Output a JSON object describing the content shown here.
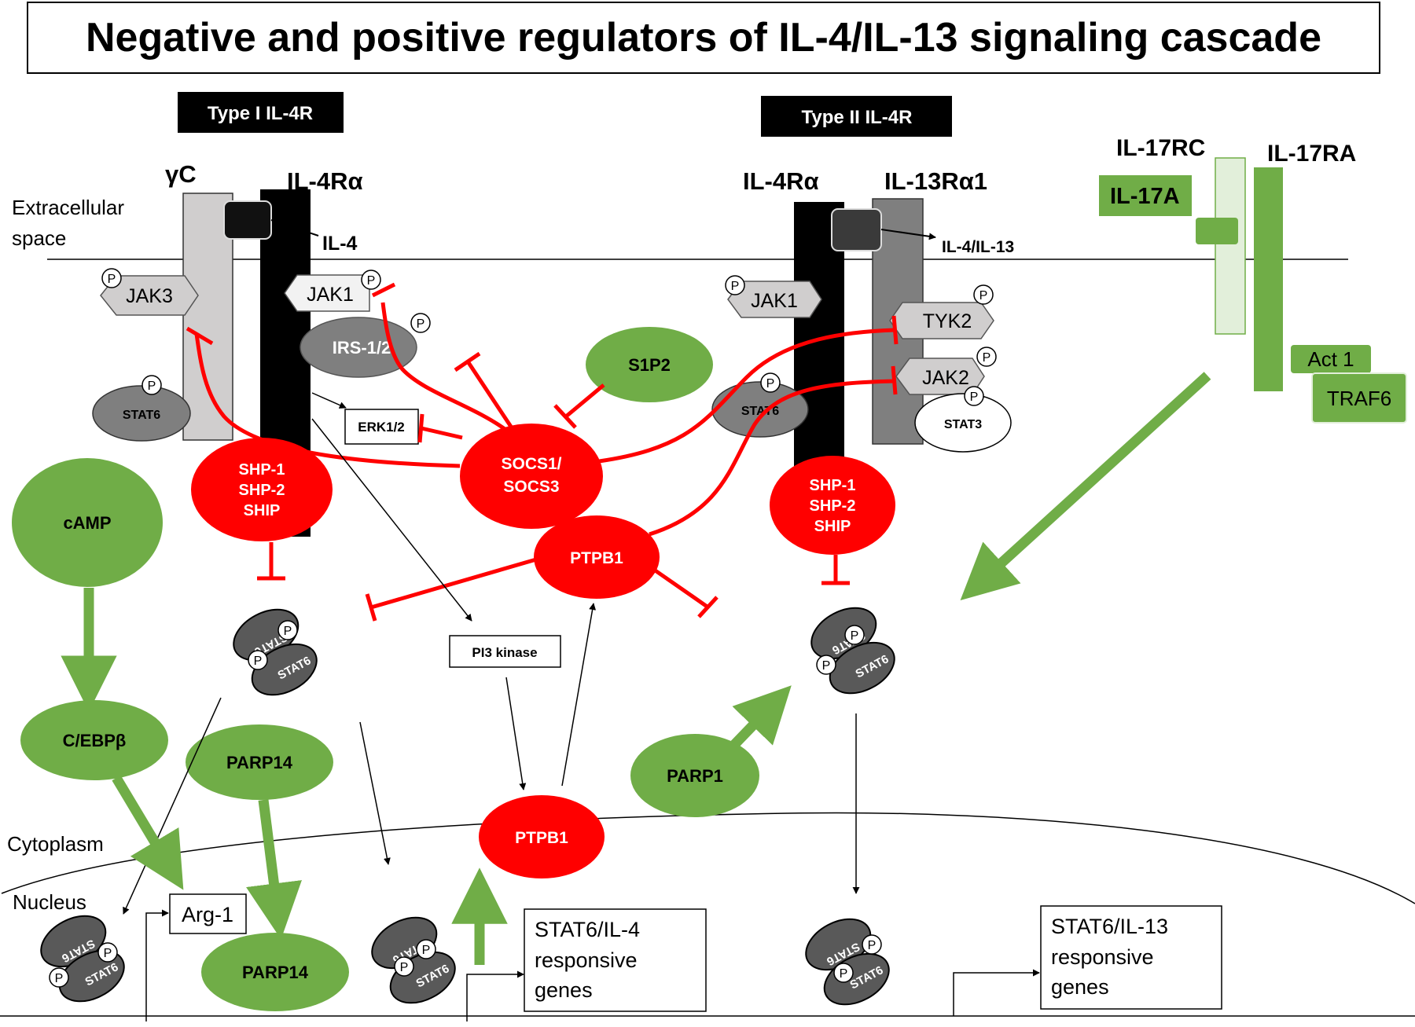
{
  "title": "Negative and positive regulators of IL-4/IL-13 signaling cascade",
  "receptor_types": {
    "type1": "Type I IL-4R",
    "type2": "Type II IL-4R"
  },
  "regions": {
    "extracellular_line1": "Extracellular",
    "extracellular_line2": "space",
    "cytoplasm": "Cytoplasm",
    "nucleus": "Nucleus"
  },
  "chains": {
    "gamma_c": "γC",
    "il4ra_left": "IL-4Rα",
    "il4ra_right": "IL-4Rα",
    "il13ra1": "IL-13Rα1",
    "il17rc": "IL-17RC",
    "il17ra": "IL-17RA"
  },
  "ligands": {
    "il4": "IL-4",
    "il4_il13": "IL-4/IL-13",
    "il17a": "IL-17A"
  },
  "kinases": {
    "jak3": "JAK3",
    "jak1_left": "JAK1",
    "jak1_right": "JAK1",
    "tyk2": "TYK2",
    "jak2": "JAK2"
  },
  "phospho": "P",
  "nodes": {
    "irs": "IRS-1/2",
    "stat6": "STAT6",
    "stat3": "STAT3",
    "erk": "ERK1/2",
    "pi3k": "PI3 kinase",
    "shp_left": [
      "SHP-1",
      "SHP-2",
      "SHIP"
    ],
    "shp_right": [
      "SHP-1",
      "SHP-2",
      "SHIP"
    ],
    "socs": [
      "SOCS1/",
      "SOCS3"
    ],
    "s1p2": "S1P2",
    "ptpb1_upper": "PTPB1",
    "ptpb1_lower": "PTPB1",
    "camp": "cAMP",
    "cebpb": "C/EBPβ",
    "parp14_upper": "PARP14",
    "parp14_lower": "PARP14",
    "parp1": "PARP1",
    "act1": "Act 1",
    "traf6": "TRAF6",
    "arg1": "Arg-1",
    "stat6_il4_genes": [
      "STAT6/IL-4",
      "responsive",
      "genes"
    ],
    "stat6_il13_genes": [
      "STAT6/IL-13",
      "responsive",
      "genes"
    ]
  },
  "dimer": {
    "top": "STAT6",
    "bottom": "STAT6",
    "p": "P"
  },
  "colors": {
    "red": "#ff0000",
    "green": "#70ad47",
    "gray_light": "#d0cece",
    "gray_mid": "#7f7f7f",
    "gray_dark": "#595959",
    "green_pale": "#e2efda",
    "black": "#000000"
  }
}
